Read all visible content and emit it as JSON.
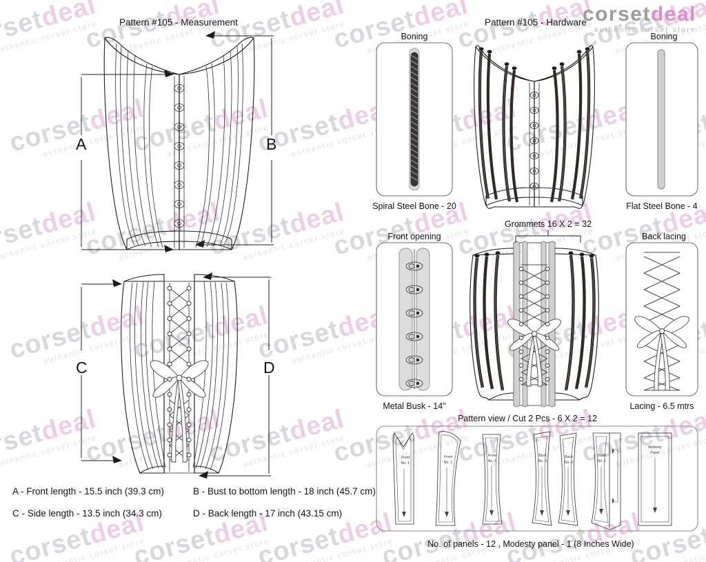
{
  "brand": {
    "name_part1": "corset",
    "name_part2": "deal",
    "tagline": "authentic corset store",
    "color_gray": "#9b9b9b",
    "color_pink": "#d98fce"
  },
  "watermark": {
    "text_part1": "corset",
    "text_part2": "deal",
    "subtext": "authentic corset store"
  },
  "left_panel": {
    "title": "Pattern #105 -  Measurement",
    "front_view": {
      "dimension_left": "A",
      "dimension_right": "B"
    },
    "back_view": {
      "dimension_left": "C",
      "dimension_right": "D"
    },
    "measurements": [
      "A - Front length - 15.5 inch (39.3 cm)",
      "B - Bust to bottom length - 18 inch (45.7 cm)",
      "C - Side length - 13.5 inch (34.3 cm)",
      "D - Back length - 17 inch (43.15 cm)"
    ]
  },
  "right_panel": {
    "title": "Pattern #105 -  Hardware",
    "grommets_label": "Grommets 16 X 2 = 32",
    "boxes": [
      {
        "id": "spiral-bone",
        "header": "Boning",
        "caption": "Spiral Steel Bone - 20"
      },
      {
        "id": "flat-bone",
        "header": "Boning",
        "caption": "Flat Steel Bone - 4"
      },
      {
        "id": "front-opening",
        "header": "Front opening",
        "caption": "Metal Busk - 14\""
      },
      {
        "id": "back-lacing",
        "header": "Back lacing",
        "caption": "Lacing - 6.5 mtrs"
      }
    ],
    "pattern_view": {
      "title": "Pattern view  /  Cut 2 Pcs - 6 X 2 = 12",
      "footer": "No. of panels - 12  , Modesty panel - 1 (8 Inches Wide)",
      "pieces": [
        {
          "line1": "Front",
          "line2": "No. 1"
        },
        {
          "line1": "Front",
          "line2": "No. 2"
        },
        {
          "line1": "Front",
          "line2": "No. 3"
        },
        {
          "line1": "Back",
          "line2": "No. 3"
        },
        {
          "line1": "Back",
          "line2": "No. 2"
        },
        {
          "line1": "Back",
          "line2": "No. 1"
        },
        {
          "line1": "Modesty",
          "line2": "Panel"
        }
      ]
    }
  }
}
